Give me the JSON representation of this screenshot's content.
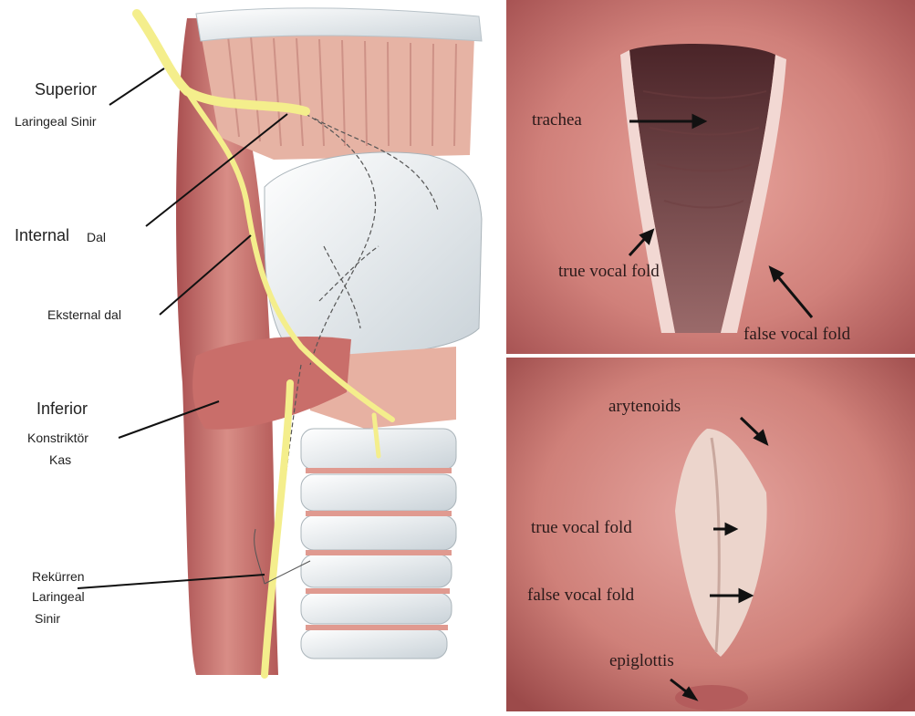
{
  "left_panel": {
    "labels": {
      "superior_1": "Superior",
      "superior_2": "Laringeal Sinir",
      "internal_1": "Internal",
      "internal_2": "Dal",
      "eksternal": "Eksternal dal",
      "inferior_1": "Inferior",
      "inferior_2": "Konstriktör",
      "inferior_3": "Kas",
      "rekurren_1": "Rekürren",
      "rekurren_2": "Laringeal",
      "rekurren_3": "Sinir"
    }
  },
  "top_right_panel": {
    "labels": {
      "trachea": "trachea",
      "true_vocal_fold": "true vocal fold",
      "false_vocal_fold": "false vocal fold"
    }
  },
  "bottom_right_panel": {
    "labels": {
      "arytenoids": "arytenoids",
      "true_vocal_fold": "true vocal fold",
      "false_vocal_fold": "false vocal fold",
      "epiglottis": "epiglottis"
    }
  },
  "colors": {
    "nerve": "#f4ee8c",
    "muscle": "#c06a68",
    "cartilage": "#e9eef2",
    "mucosa": "#cf7f7d",
    "background": "#ffffff"
  }
}
